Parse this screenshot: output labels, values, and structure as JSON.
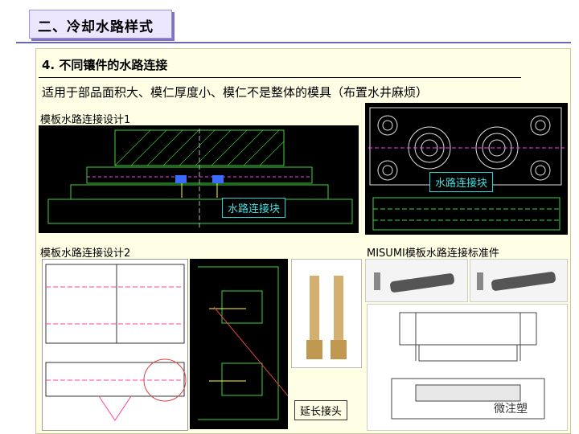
{
  "title": "二、冷却水路样式",
  "section_heading": "4. 不同镶件的水路连接",
  "description": "适用于部品面积大、模仁厚度小、模仁不是整体的模具（布置水井麻烦）",
  "captions": {
    "design1": "模板水路连接设计1",
    "design2": "模板水路连接设计2",
    "misumi": "MISUMI模板水路连接标准件"
  },
  "labels": {
    "block_a": "水路连接块",
    "block_b": "水路连接块",
    "extension": "延长接头"
  },
  "watermark": "微注塑",
  "colors": {
    "accent": "#6a6ab0",
    "panel": "#ffffe6",
    "cad_bg": "#000000",
    "cyan": "#2ad2d2"
  }
}
